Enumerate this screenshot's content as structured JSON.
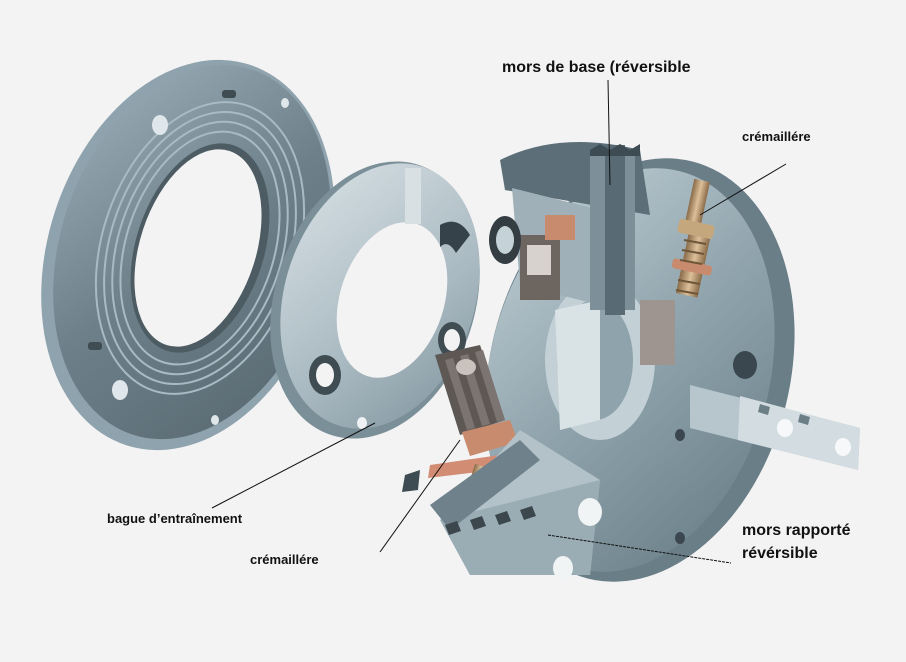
{
  "diagram": {
    "type": "exploded-view",
    "subject": "mandrin (chuck) exploded assembly",
    "colors": {
      "background": "#f3f3f4",
      "steel_dark": "#5f7078",
      "steel_mid": "#8096a0",
      "steel_light": "#b9c8cf",
      "brass": "#c9a77a",
      "copper": "#c88b6e",
      "leader_line": "#111111"
    }
  },
  "labels": {
    "mors_de_base": "mors de base (réversible",
    "cremaillere_top": "crémaillére",
    "bague": "bague d’entraînement",
    "cremaillere_bottom": "crémaillére",
    "mors_rapporte_1": "mors rapporté",
    "mors_rapporte_2": "révérsible"
  },
  "components": [
    {
      "name": "flange-plate",
      "label": ""
    },
    {
      "name": "drive-ring",
      "label": "bague d’entraînement"
    },
    {
      "name": "chuck-body",
      "label": ""
    },
    {
      "name": "base-jaw",
      "label": "mors de base (réversible"
    },
    {
      "name": "rack-top",
      "label": "crémaillére"
    },
    {
      "name": "rack-bottom",
      "label": "crémaillére"
    },
    {
      "name": "top-jaw",
      "label": "mors rapporté révérsible"
    }
  ]
}
